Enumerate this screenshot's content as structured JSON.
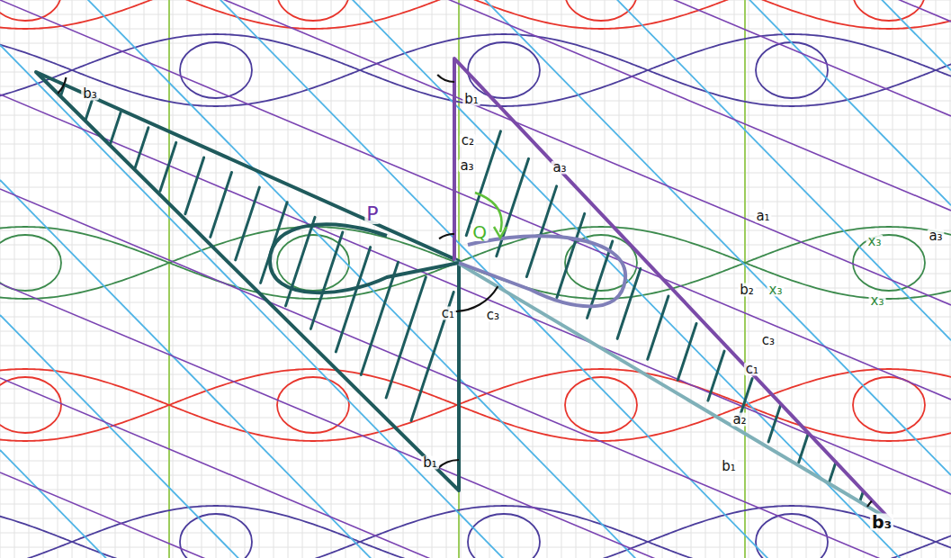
{
  "diagram": {
    "labels": [
      "b₃",
      "b₁",
      "c₂",
      "a₃",
      "a₃",
      "a₁",
      "a₃",
      "P",
      "Q",
      "x₃",
      "x₃",
      "b₂",
      "x₃",
      "c₁",
      "c₃",
      "c₃",
      "c₁",
      "a₂",
      "b₁",
      "b₁",
      "b₃"
    ]
  }
}
